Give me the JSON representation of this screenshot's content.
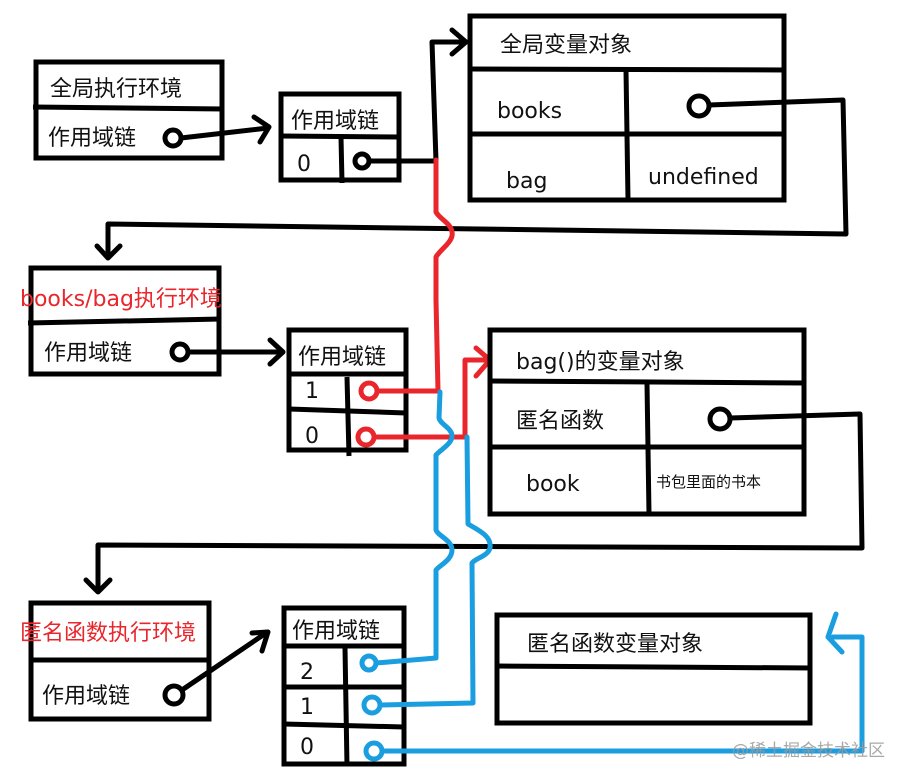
{
  "colors": {
    "ink": "#000000",
    "red": "#e8262c",
    "blue": "#1a9ee0",
    "watermark": "#9a9a9a"
  },
  "global_context": {
    "title": "全局执行环境",
    "scope_chain_label": "作用域链"
  },
  "global_scope_chain": {
    "title": "作用域链",
    "rows": [
      {
        "index": "0"
      }
    ]
  },
  "global_variable_object": {
    "title": "全局变量对象",
    "rows": [
      {
        "name": "books",
        "value": ""
      },
      {
        "name": "bag",
        "value": "undefined"
      }
    ]
  },
  "books_bag_context": {
    "title": "books/bag执行环境",
    "scope_chain_label": "作用域链"
  },
  "books_bag_scope_chain": {
    "title": "作用域链",
    "rows": [
      {
        "index": "1"
      },
      {
        "index": "0"
      }
    ]
  },
  "bag_variable_object": {
    "title": "bag()的变量对象",
    "rows": [
      {
        "name": "匿名函数",
        "value": ""
      },
      {
        "name": "book",
        "value": "书包里面的书本"
      }
    ]
  },
  "anon_context": {
    "title": "匿名函数执行环境",
    "scope_chain_label": "作用域链"
  },
  "anon_scope_chain": {
    "title": "作用域链",
    "rows": [
      {
        "index": "2"
      },
      {
        "index": "1"
      },
      {
        "index": "0"
      }
    ]
  },
  "anon_variable_object": {
    "title": "匿名函数变量对象",
    "rows": []
  },
  "watermark": "@稀土掘金技术社区"
}
